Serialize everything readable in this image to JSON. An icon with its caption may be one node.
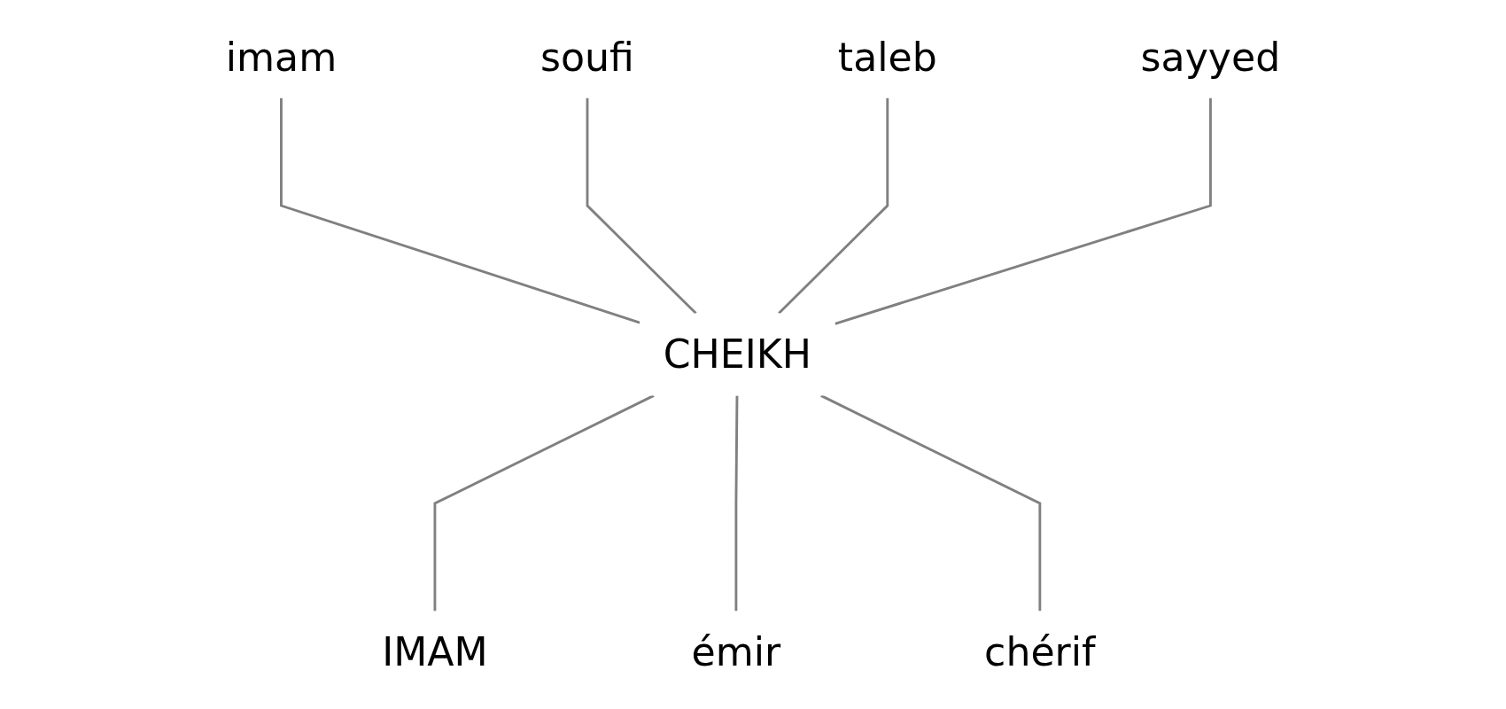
{
  "diagram": {
    "nodes": [
      {
        "text": [
          "imam"
        ]
      },
      {
        "text": [
          "soufi"
        ]
      },
      {
        "text": [
          "taleb"
        ]
      },
      {
        "text": [
          "sayyed"
        ]
      },
      {
        "text": [
          "CHEIKH"
        ]
      },
      {
        "text": [
          "IMAM"
        ]
      },
      {
        "text": [
          "émir"
        ]
      },
      {
        "text": [
          "chérif"
        ]
      }
    ],
    "edges": [
      {
        "from": 0,
        "to": 4,
        "arrow": "none"
      },
      {
        "from": 1,
        "to": 4,
        "arrow": "none"
      },
      {
        "from": 2,
        "to": 4,
        "arrow": "none"
      },
      {
        "from": 3,
        "to": 4,
        "arrow": "none"
      },
      {
        "from": 4,
        "to": 5,
        "arrow": "none"
      },
      {
        "from": 4,
        "to": 6,
        "arrow": "none"
      },
      {
        "from": 4,
        "to": 7,
        "arrow": "none"
      }
    ]
  }
}
